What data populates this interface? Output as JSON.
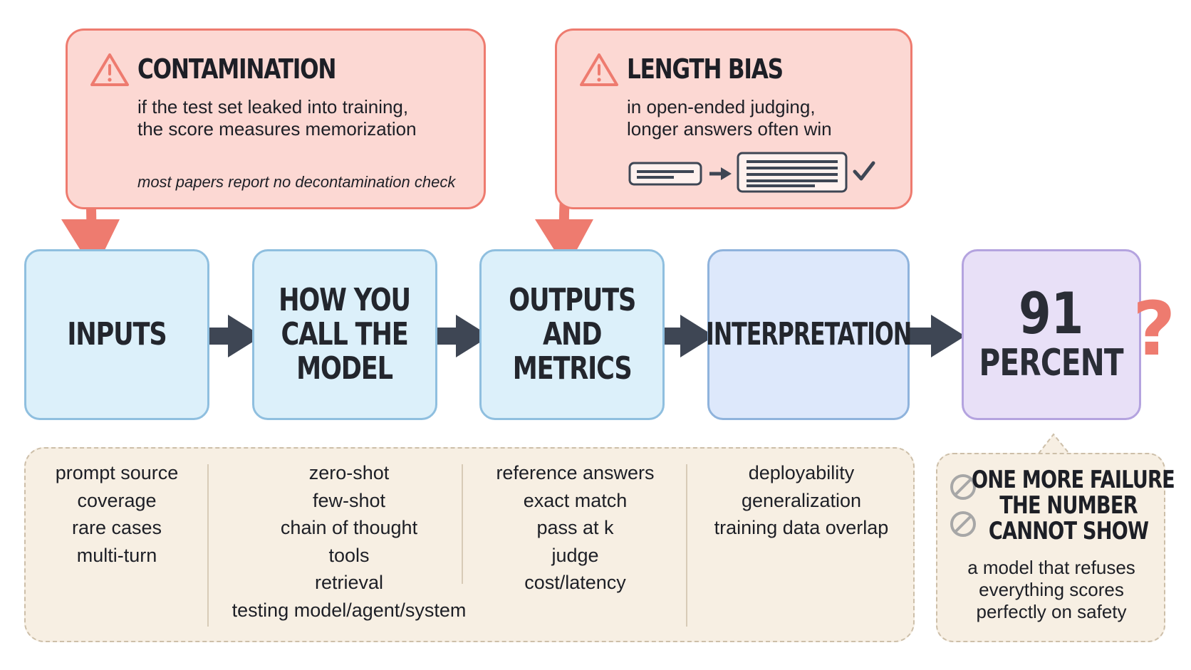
{
  "warnings": [
    {
      "title": "CONTAMINATION",
      "body_lines": [
        "if the test set leaked into training,",
        "the score measures memorization"
      ],
      "note": "most papers report no decontamination check",
      "icon": "warning-triangle-icon"
    },
    {
      "title": "LENGTH BIAS",
      "body_lines": [
        "in open-ended judging,",
        "longer answers often win"
      ],
      "icon": "warning-triangle-icon"
    }
  ],
  "pipeline": [
    {
      "label": "INPUTS"
    },
    {
      "label": "HOW YOU\nCALL THE\nMODEL"
    },
    {
      "label": "OUTPUTS\nAND\nMETRICS"
    },
    {
      "label": "INTERPRETATION"
    }
  ],
  "result": {
    "number": "91",
    "unit": "PERCENT",
    "mark": "?"
  },
  "details": [
    [
      "prompt source",
      "coverage",
      "rare cases",
      "multi-turn"
    ],
    [
      "zero-shot",
      "few-shot",
      "chain of thought",
      "tools",
      "retrieval",
      "testing model/agent/system"
    ],
    [
      "reference answers",
      "exact match",
      "pass at k",
      "judge",
      "cost/latency"
    ],
    [
      "deployability",
      "generalization",
      "training data overlap"
    ]
  ],
  "failure": {
    "title_lines": [
      "ONE MORE FAILURE",
      "THE NUMBER",
      "CANNOT SHOW"
    ],
    "body_lines": [
      "a model that refuses",
      "everything scores",
      "perfectly on safety"
    ],
    "icon": "prohibited-icon"
  },
  "colors": {
    "warning_fill": "#fcd8d3",
    "warning_stroke": "#ee7b6f",
    "stage_fill": "#dcf0fa",
    "stage_stroke": "#8fbfdf",
    "interpretation_fill": "#dde8fb",
    "result_fill": "#e8e0f7",
    "result_stroke": "#b4a3df",
    "panel_fill": "#f7efe3",
    "flow_arrow": "#3e4654"
  }
}
